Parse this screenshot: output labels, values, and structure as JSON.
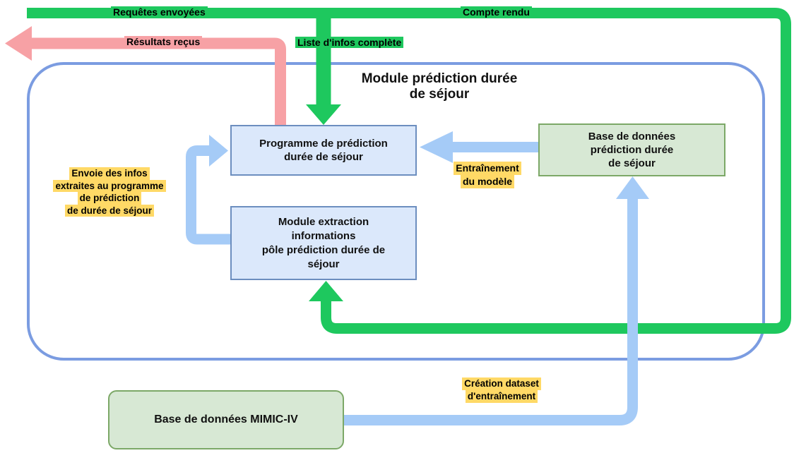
{
  "diagram": {
    "title_lines": [
      "Module prédiction durée",
      "de séjour"
    ]
  },
  "boxes": {
    "programme": {
      "lines": [
        "Programme de prédiction",
        "durée de séjour"
      ]
    },
    "extraction": {
      "lines": [
        "Module extraction",
        "informations",
        "pôle prédiction durée de",
        "séjour"
      ]
    },
    "db_prediction": {
      "lines": [
        "Base de données",
        "prédiction durée",
        "de séjour"
      ]
    },
    "mimic": {
      "label": "Base de données MIMIC-IV"
    }
  },
  "edge_labels": {
    "requetes": "Requêtes envoyées",
    "compte_rendu": "Compte rendu",
    "resultats": "Résultats reçus",
    "liste_infos": "Liste d'infos complète",
    "envoie_lines": [
      "Envoie des infos",
      "extraites au programme",
      "de prédiction",
      "de durée de séjour"
    ],
    "entrainement_lines": [
      "Entraînement",
      "du modèle"
    ],
    "creation_lines": [
      "Création dataset",
      "d'entraînement"
    ]
  },
  "colors": {
    "arrow_green": "#1ec85e",
    "arrow_pink": "#f7a1a5",
    "arrow_light_blue": "#a5cbf7",
    "container_border": "#7b9ce1",
    "blue_box_fill": "#dbe8fb",
    "blue_box_border": "#6c8ebf",
    "green_box_fill": "#d7e8d4",
    "green_box_border": "#7ca867",
    "label_highlight_yellow": "#ffd966",
    "label_text": "#000000"
  }
}
